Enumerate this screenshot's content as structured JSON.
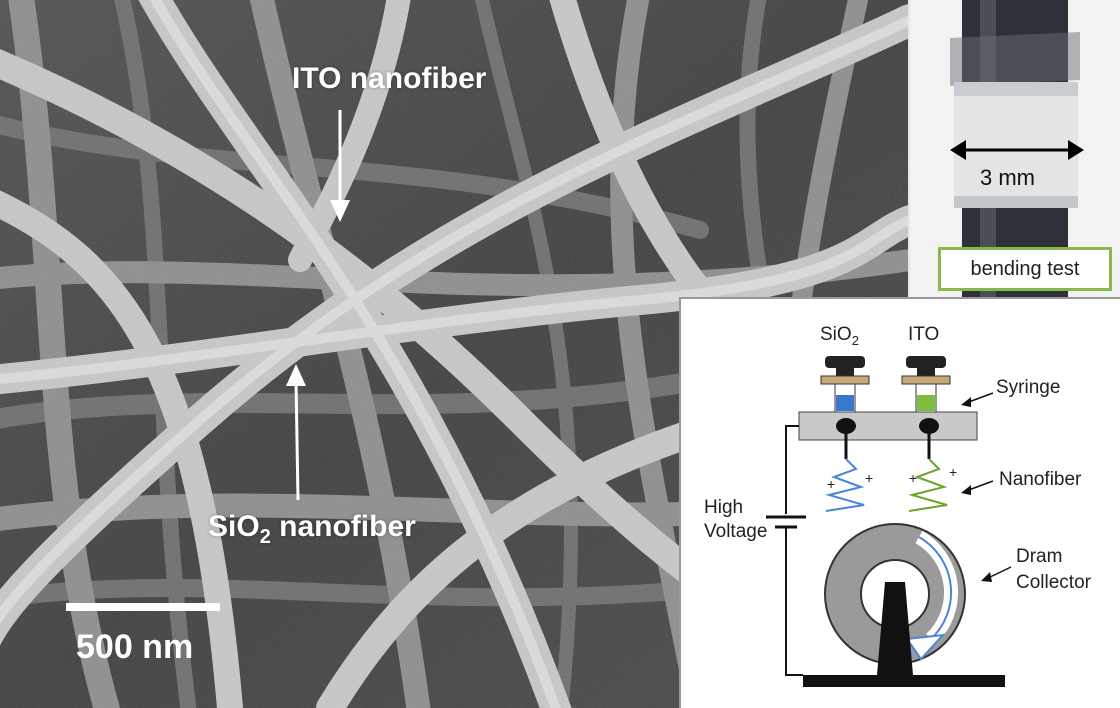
{
  "sem": {
    "ito_label": "ITO nanofiber",
    "sio2_label_main": "SiO",
    "sio2_label_sub": "2",
    "sio2_label_rest": " nanofiber",
    "scale_label": "500 nm"
  },
  "photo": {
    "dimension_label": "3 mm",
    "caption": "bending test"
  },
  "schematic": {
    "syringe_left_main": "SiO",
    "syringe_left_sub": "2",
    "syringe_right": "ITO",
    "syringe": "Syringe",
    "nanofiber": "Nanofiber",
    "voltage_line1": "High",
    "voltage_line2": "Voltage",
    "collector_line1": "Dram",
    "collector_line2": "Collector"
  },
  "colors": {
    "sio2_fluid": "#3a78d0",
    "ito_fluid": "#7bbd3c",
    "caption_border": "#8ab84a"
  }
}
